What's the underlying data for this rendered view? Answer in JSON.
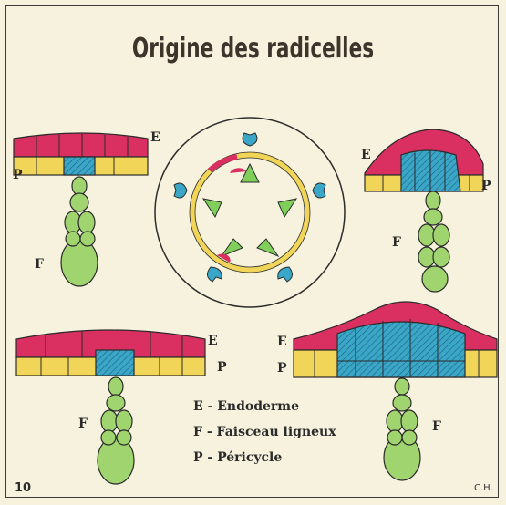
{
  "title": "Origine des radicelles",
  "labels": {
    "e": "E",
    "p": "P",
    "f": "F"
  },
  "legend": [
    {
      "letter": "E",
      "sep": "-",
      "text": "Endoderme"
    },
    {
      "letter": "F",
      "sep": "-",
      "text": "Faisceau ligneux"
    },
    {
      "letter": "P",
      "sep": "-",
      "text": "Péricycle"
    }
  ],
  "page_number": "10",
  "signature": "C.H.",
  "colors": {
    "background": "#f7f2dd",
    "endoderm": "#d92f61",
    "pericycle": "#f0d558",
    "vessel": "#9fd46e",
    "root_primordium": "#3aa6c8",
    "xylem_star": "#7fcf5a"
  }
}
